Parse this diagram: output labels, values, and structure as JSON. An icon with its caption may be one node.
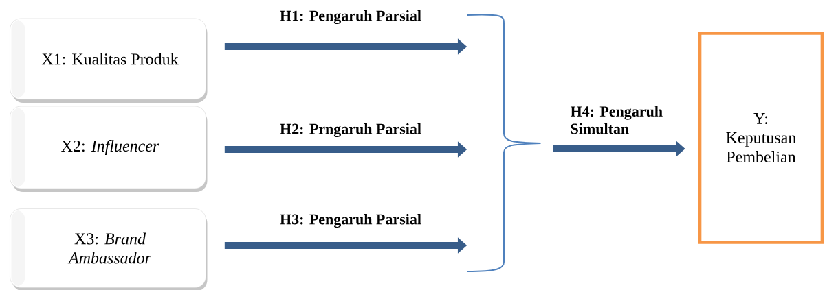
{
  "diagram": {
    "nodes": [
      {
        "text": [
          "X1: Kualitas Produk"
        ]
      },
      {
        "text": [
          "X2: *Influencer*"
        ]
      },
      {
        "text": [
          "X3: *Brand Ambassador*"
        ]
      },
      {
        "text": [],
        "shape": "brace"
      },
      {
        "text": [
          "Y: Keputusan Pembelian"
        ]
      }
    ],
    "edges": [
      {
        "from": 0,
        "to": 3,
        "arrow": "to",
        "label": "H1: Pengaruh Parsial"
      },
      {
        "from": 1,
        "to": 3,
        "arrow": "to",
        "label": "H2: Prngaruh Parsial"
      },
      {
        "from": 2,
        "to": 3,
        "arrow": "to",
        "label": "H3: Pengaruh Parsial"
      },
      {
        "from": 3,
        "to": 4,
        "arrow": "to",
        "label": "H4: Pengaruh Simultan"
      }
    ]
  }
}
